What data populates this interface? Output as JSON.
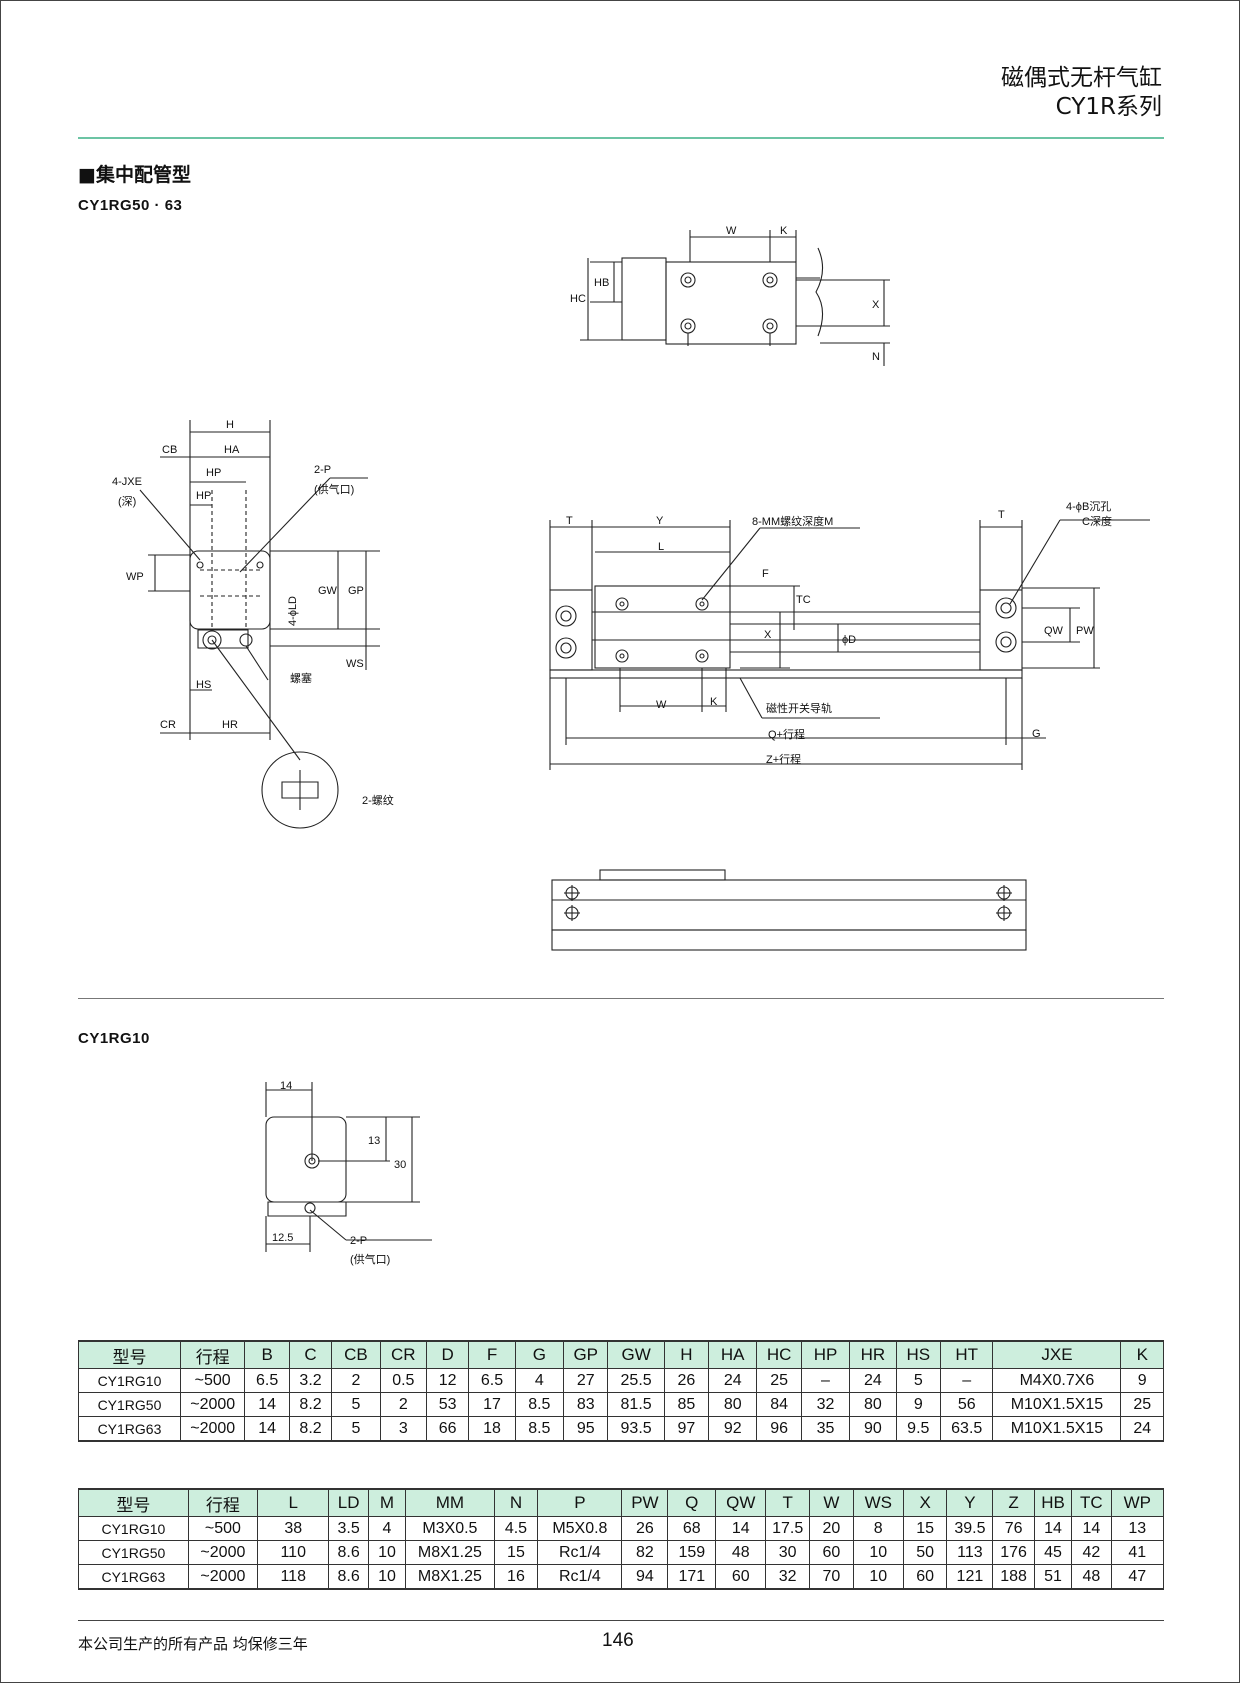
{
  "header": {
    "title_line1": "磁偶式无杆气缸",
    "title_line2": "CY1R系列"
  },
  "section": {
    "title": "■集中配管型"
  },
  "models": {
    "upper": "CY1RG50 · 63",
    "lower": "CY1RG10"
  },
  "labels": {
    "top_view": [
      "W",
      "K",
      "HB",
      "HC",
      "X",
      "N"
    ],
    "side_view": [
      "H",
      "CB",
      "HA",
      "HP",
      "HP",
      "4-JXE",
      "(深)",
      "2-P",
      "(供气口)",
      "WP",
      "GW",
      "GP",
      "4-ϕLD",
      "WS",
      "HS",
      "螺塞",
      "CR",
      "HR",
      "2-螺纹"
    ],
    "front_view": [
      "T",
      "Y",
      "L",
      "8-MM螺纹深度M",
      "F",
      "TC",
      "X",
      "ϕD",
      "QW",
      "PW",
      "W",
      "K",
      "磁性开关导轨",
      "Q+行程",
      "G",
      "Z+行程",
      "T",
      "4-ϕB沉孔",
      "C深度"
    ],
    "small_view": [
      "14",
      "13",
      "30",
      "12.5",
      "2-P",
      "(供气口)"
    ]
  },
  "table1": {
    "headers": [
      "型号",
      "行程",
      "B",
      "C",
      "CB",
      "CR",
      "D",
      "F",
      "G",
      "GP",
      "GW",
      "H",
      "HA",
      "HC",
      "HP",
      "HR",
      "HS",
      "HT",
      "JXE",
      "K"
    ],
    "rows": [
      [
        "CY1RG10",
        "~500",
        "6.5",
        "3.2",
        "2",
        "0.5",
        "12",
        "6.5",
        "4",
        "27",
        "25.5",
        "26",
        "24",
        "25",
        "–",
        "24",
        "5",
        "–",
        "M4X0.7X6",
        "9"
      ],
      [
        "CY1RG50",
        "~2000",
        "14",
        "8.2",
        "5",
        "2",
        "53",
        "17",
        "8.5",
        "83",
        "81.5",
        "85",
        "80",
        "84",
        "32",
        "80",
        "9",
        "56",
        "M10X1.5X15",
        "25"
      ],
      [
        "CY1RG63",
        "~2000",
        "14",
        "8.2",
        "5",
        "3",
        "66",
        "18",
        "8.5",
        "95",
        "93.5",
        "97",
        "92",
        "96",
        "35",
        "90",
        "9.5",
        "63.5",
        "M10X1.5X15",
        "24"
      ]
    ]
  },
  "table2": {
    "headers": [
      "型号",
      "行程",
      "L",
      "LD",
      "M",
      "MM",
      "N",
      "P",
      "PW",
      "Q",
      "QW",
      "T",
      "W",
      "WS",
      "X",
      "Y",
      "Z",
      "HB",
      "TC",
      "WP"
    ],
    "rows": [
      [
        "CY1RG10",
        "~500",
        "38",
        "3.5",
        "4",
        "M3X0.5",
        "4.5",
        "M5X0.8",
        "26",
        "68",
        "14",
        "17.5",
        "20",
        "8",
        "15",
        "39.5",
        "76",
        "14",
        "14",
        "13"
      ],
      [
        "CY1RG50",
        "~2000",
        "110",
        "8.6",
        "10",
        "M8X1.25",
        "15",
        "Rc1/4",
        "82",
        "159",
        "48",
        "30",
        "60",
        "10",
        "50",
        "113",
        "176",
        "45",
        "42",
        "41"
      ],
      [
        "CY1RG63",
        "~2000",
        "118",
        "8.6",
        "10",
        "M8X1.25",
        "16",
        "Rc1/4",
        "94",
        "171",
        "60",
        "32",
        "70",
        "10",
        "60",
        "121",
        "188",
        "51",
        "48",
        "47"
      ]
    ]
  },
  "footer": {
    "note": "本公司生产的所有产品  均保修三年",
    "page": "146"
  }
}
